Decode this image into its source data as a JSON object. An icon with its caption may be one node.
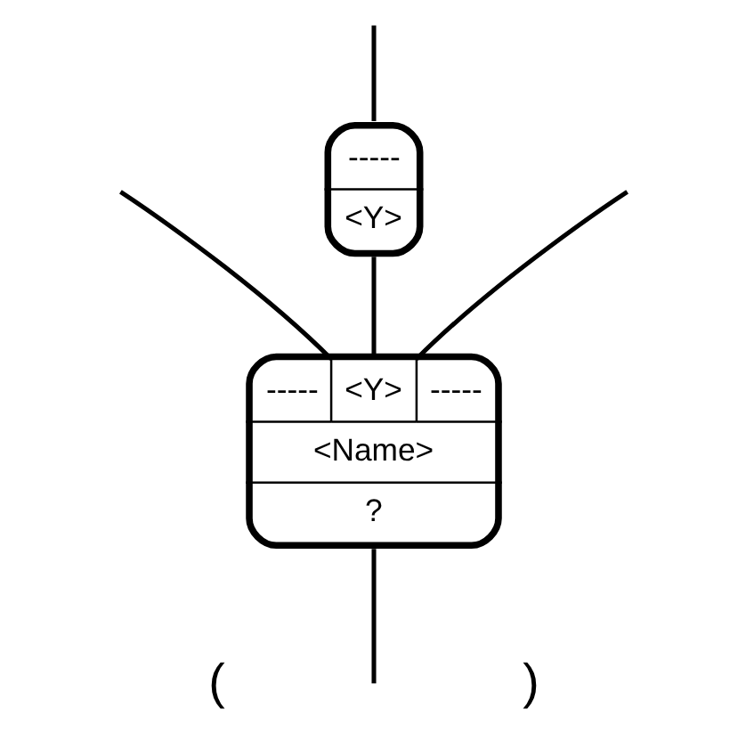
{
  "diagram": {
    "nodes": [
      {
        "text": [
          "-----",
          "<Y>"
        ]
      },
      {
        "text": [
          "-----",
          "<Y>",
          "-----",
          "<Name>",
          "?"
        ]
      }
    ],
    "edges": [
      {
        "from": null,
        "to": 0,
        "arrow": "none"
      },
      {
        "from": 0,
        "to": 1,
        "arrow": "none"
      },
      {
        "from": null,
        "to": 1,
        "arrow": "none"
      },
      {
        "from": null,
        "to": 1,
        "arrow": "none"
      },
      {
        "from": 1,
        "to": null,
        "arrow": "none"
      }
    ],
    "labels": [
      "(",
      ")"
    ]
  }
}
